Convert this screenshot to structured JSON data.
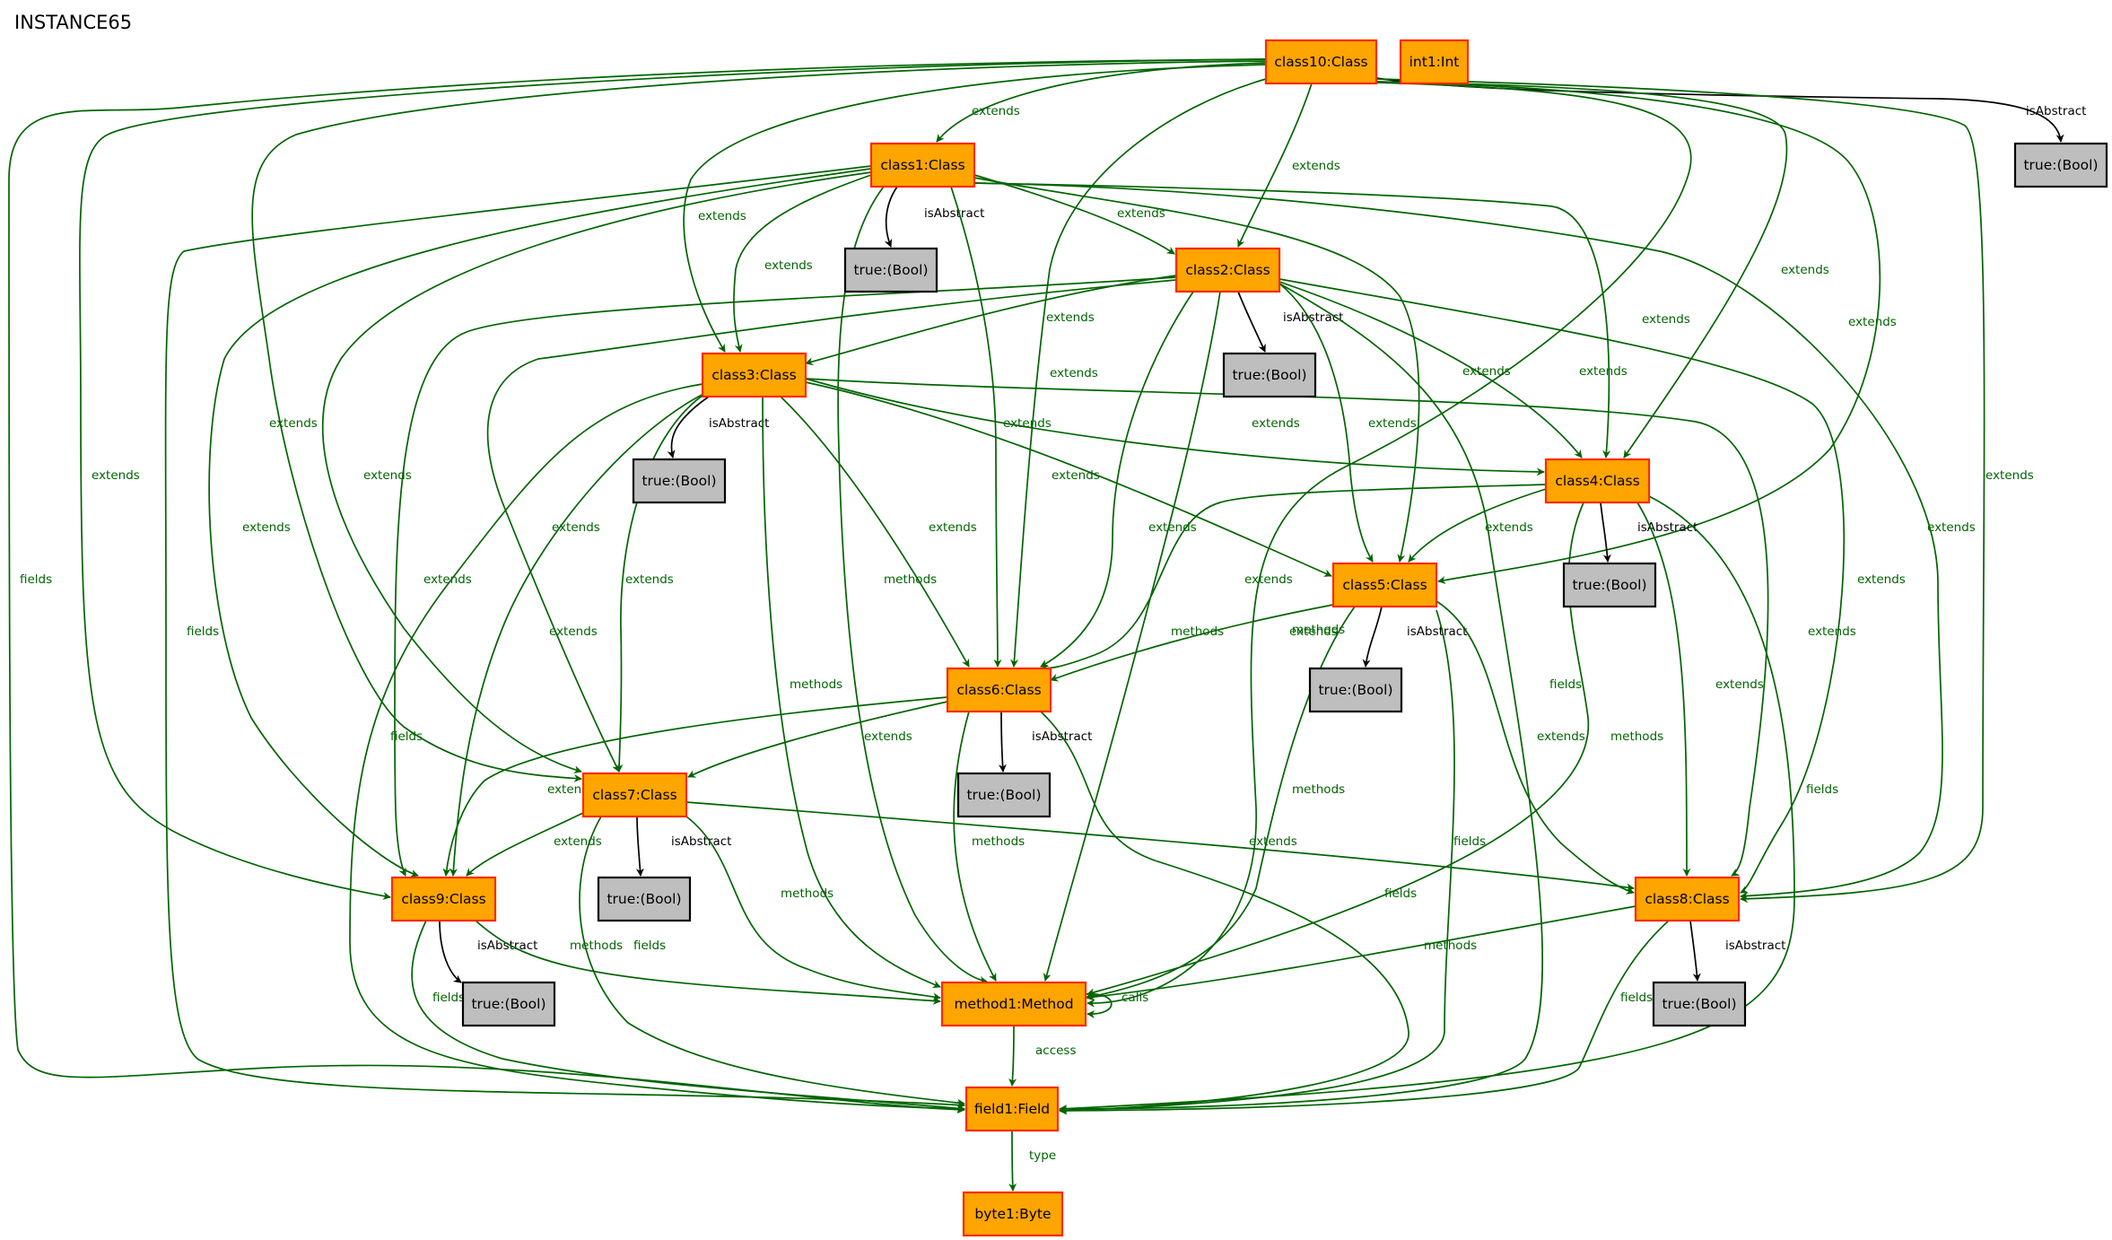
{
  "title": "INSTANCE65",
  "colors": {
    "class_fill": "#ffa500",
    "class_stroke": "#ff2a00",
    "value_fill": "#bebebe",
    "value_stroke": "#000000",
    "edge_green": "#006400",
    "edge_black": "#000000"
  },
  "nodes": [
    {
      "id": "class10",
      "label": "class10:Class",
      "kind": "class"
    },
    {
      "id": "int1",
      "label": "int1:Int",
      "kind": "class"
    },
    {
      "id": "true10",
      "label": "true:(Bool)",
      "kind": "value"
    },
    {
      "id": "class1",
      "label": "class1:Class",
      "kind": "class"
    },
    {
      "id": "true1",
      "label": "true:(Bool)",
      "kind": "value"
    },
    {
      "id": "class2",
      "label": "class2:Class",
      "kind": "class"
    },
    {
      "id": "true2",
      "label": "true:(Bool)",
      "kind": "value"
    },
    {
      "id": "class3",
      "label": "class3:Class",
      "kind": "class"
    },
    {
      "id": "true3",
      "label": "true:(Bool)",
      "kind": "value"
    },
    {
      "id": "class4",
      "label": "class4:Class",
      "kind": "class"
    },
    {
      "id": "true4",
      "label": "true:(Bool)",
      "kind": "value"
    },
    {
      "id": "class5",
      "label": "class5:Class",
      "kind": "class"
    },
    {
      "id": "true5",
      "label": "true:(Bool)",
      "kind": "value"
    },
    {
      "id": "class6",
      "label": "class6:Class",
      "kind": "class"
    },
    {
      "id": "true6",
      "label": "true:(Bool)",
      "kind": "value"
    },
    {
      "id": "class7",
      "label": "class7:Class",
      "kind": "class"
    },
    {
      "id": "true7",
      "label": "true:(Bool)",
      "kind": "value"
    },
    {
      "id": "class8",
      "label": "class8:Class",
      "kind": "class"
    },
    {
      "id": "true8",
      "label": "true:(Bool)",
      "kind": "value"
    },
    {
      "id": "class9",
      "label": "class9:Class",
      "kind": "class"
    },
    {
      "id": "true9",
      "label": "true:(Bool)",
      "kind": "value"
    },
    {
      "id": "method1",
      "label": "method1:Method",
      "kind": "class"
    },
    {
      "id": "field1",
      "label": "field1:Field",
      "kind": "class"
    },
    {
      "id": "byte1",
      "label": "byte1:Byte",
      "kind": "class"
    }
  ],
  "edges": [
    {
      "from": "class10",
      "to": "true10",
      "label": "isAbstract",
      "color": "black"
    },
    {
      "from": "class10",
      "to": "class1",
      "label": "extends",
      "color": "green"
    },
    {
      "from": "class10",
      "to": "class2",
      "label": "extends",
      "color": "green"
    },
    {
      "from": "class10",
      "to": "class3",
      "label": "extends",
      "color": "green"
    },
    {
      "from": "class10",
      "to": "class4",
      "label": "extends",
      "color": "green"
    },
    {
      "from": "class10",
      "to": "class5",
      "label": "extends",
      "color": "green"
    },
    {
      "from": "class10",
      "to": "class6",
      "label": "extends",
      "color": "green"
    },
    {
      "from": "class10",
      "to": "class7",
      "label": "extends",
      "color": "green"
    },
    {
      "from": "class10",
      "to": "class8",
      "label": "extends",
      "color": "green"
    },
    {
      "from": "class10",
      "to": "class9",
      "label": "extends",
      "color": "green"
    },
    {
      "from": "class10",
      "to": "method1",
      "label": "methods",
      "color": "green"
    },
    {
      "from": "class10",
      "to": "field1",
      "label": "fields",
      "color": "green"
    },
    {
      "from": "class1",
      "to": "true1",
      "label": "isAbstract",
      "color": "black"
    },
    {
      "from": "class1",
      "to": "class2",
      "label": "extends",
      "color": "green"
    },
    {
      "from": "class1",
      "to": "class3",
      "label": "extends",
      "color": "green"
    },
    {
      "from": "class1",
      "to": "class4",
      "label": "extends",
      "color": "green"
    },
    {
      "from": "class1",
      "to": "class5",
      "label": "extends",
      "color": "green"
    },
    {
      "from": "class1",
      "to": "class6",
      "label": "extends",
      "color": "green"
    },
    {
      "from": "class1",
      "to": "class7",
      "label": "extends",
      "color": "green"
    },
    {
      "from": "class1",
      "to": "class8",
      "label": "extends",
      "color": "green"
    },
    {
      "from": "class1",
      "to": "class9",
      "label": "extends",
      "color": "green"
    },
    {
      "from": "class1",
      "to": "method1",
      "label": "methods",
      "color": "green"
    },
    {
      "from": "class1",
      "to": "field1",
      "label": "fields",
      "color": "green"
    },
    {
      "from": "class2",
      "to": "true2",
      "label": "isAbstract",
      "color": "black"
    },
    {
      "from": "class2",
      "to": "class3",
      "label": "extends",
      "color": "green"
    },
    {
      "from": "class2",
      "to": "class4",
      "label": "extends",
      "color": "green"
    },
    {
      "from": "class2",
      "to": "class5",
      "label": "extends",
      "color": "green"
    },
    {
      "from": "class2",
      "to": "class6",
      "label": "extends",
      "color": "green"
    },
    {
      "from": "class2",
      "to": "class7",
      "label": "extends",
      "color": "green"
    },
    {
      "from": "class2",
      "to": "class8",
      "label": "extends",
      "color": "green"
    },
    {
      "from": "class2",
      "to": "class9",
      "label": "extends",
      "color": "green"
    },
    {
      "from": "class2",
      "to": "method1",
      "label": "methods",
      "color": "green"
    },
    {
      "from": "class2",
      "to": "field1",
      "label": "fields",
      "color": "green"
    },
    {
      "from": "class3",
      "to": "true3",
      "label": "isAbstract",
      "color": "black"
    },
    {
      "from": "class3",
      "to": "class4",
      "label": "extends",
      "color": "green"
    },
    {
      "from": "class3",
      "to": "class5",
      "label": "extends",
      "color": "green"
    },
    {
      "from": "class3",
      "to": "class6",
      "label": "extends",
      "color": "green"
    },
    {
      "from": "class3",
      "to": "class7",
      "label": "extends",
      "color": "green"
    },
    {
      "from": "class3",
      "to": "class8",
      "label": "extends",
      "color": "green"
    },
    {
      "from": "class3",
      "to": "class9",
      "label": "extends",
      "color": "green"
    },
    {
      "from": "class3",
      "to": "method1",
      "label": "methods",
      "color": "green"
    },
    {
      "from": "class3",
      "to": "field1",
      "label": "fields",
      "color": "green"
    },
    {
      "from": "class4",
      "to": "true4",
      "label": "isAbstract",
      "color": "black"
    },
    {
      "from": "class4",
      "to": "class5",
      "label": "extends",
      "color": "green"
    },
    {
      "from": "class4",
      "to": "class6",
      "label": "extends",
      "color": "green"
    },
    {
      "from": "class4",
      "to": "class8",
      "label": "extends",
      "color": "green"
    },
    {
      "from": "class4",
      "to": "method1",
      "label": "methods",
      "color": "green"
    },
    {
      "from": "class4",
      "to": "field1",
      "label": "fields",
      "color": "green"
    },
    {
      "from": "class5",
      "to": "true5",
      "label": "isAbstract",
      "color": "black"
    },
    {
      "from": "class5",
      "to": "class6",
      "label": "extends",
      "color": "green"
    },
    {
      "from": "class5",
      "to": "class8",
      "label": "extends",
      "color": "green"
    },
    {
      "from": "class5",
      "to": "method1",
      "label": "methods",
      "color": "green"
    },
    {
      "from": "class5",
      "to": "field1",
      "label": "fields",
      "color": "green"
    },
    {
      "from": "class6",
      "to": "true6",
      "label": "isAbstract",
      "color": "black"
    },
    {
      "from": "class6",
      "to": "class7",
      "label": "extends",
      "color": "green"
    },
    {
      "from": "class6",
      "to": "class9",
      "label": "extends",
      "color": "green"
    },
    {
      "from": "class6",
      "to": "method1",
      "label": "methods",
      "color": "green"
    },
    {
      "from": "class6",
      "to": "field1",
      "label": "fields",
      "color": "green"
    },
    {
      "from": "class7",
      "to": "true7",
      "label": "isAbstract",
      "color": "black"
    },
    {
      "from": "class7",
      "to": "class8",
      "label": "extends",
      "color": "green"
    },
    {
      "from": "class7",
      "to": "class9",
      "label": "extends",
      "color": "green"
    },
    {
      "from": "class7",
      "to": "method1",
      "label": "methods",
      "color": "green"
    },
    {
      "from": "class7",
      "to": "field1",
      "label": "fields",
      "color": "green"
    },
    {
      "from": "class8",
      "to": "true8",
      "label": "isAbstract",
      "color": "black"
    },
    {
      "from": "class8",
      "to": "method1",
      "label": "methods",
      "color": "green"
    },
    {
      "from": "class8",
      "to": "field1",
      "label": "fields",
      "color": "green"
    },
    {
      "from": "class9",
      "to": "true9",
      "label": "isAbstract",
      "color": "black"
    },
    {
      "from": "class9",
      "to": "method1",
      "label": "methods",
      "color": "green"
    },
    {
      "from": "class9",
      "to": "field1",
      "label": "fields",
      "color": "green"
    },
    {
      "from": "method1",
      "to": "method1",
      "label": "calls",
      "color": "green"
    },
    {
      "from": "method1",
      "to": "field1",
      "label": "access",
      "color": "green"
    },
    {
      "from": "field1",
      "to": "byte1",
      "label": "type",
      "color": "green"
    }
  ]
}
